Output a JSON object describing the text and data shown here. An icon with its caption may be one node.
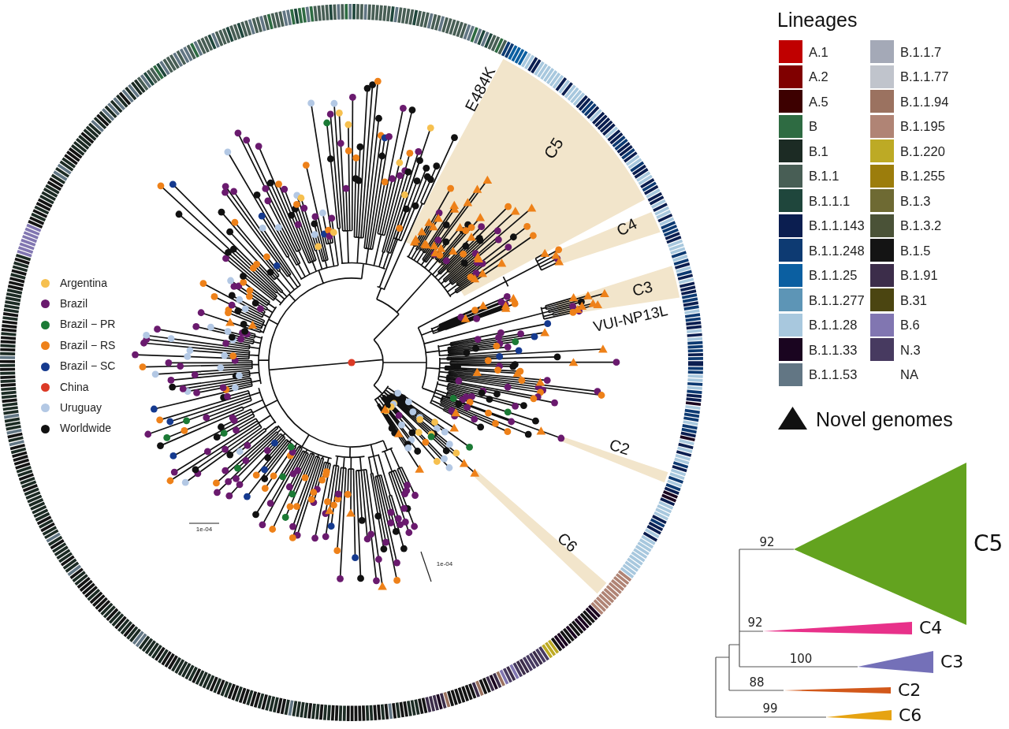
{
  "diagram": {
    "labels": [
      "E484K",
      "C5",
      "C4",
      "C3",
      "VUI-NP13L",
      "C2",
      "C6",
      "1e-04",
      "1e-04",
      "Lineages",
      "92",
      "C5",
      "92",
      "C4",
      "100",
      "C3",
      "88",
      "C2",
      "99",
      "C6"
    ],
    "legend": [
      {
        "text": "A.1",
        "color": "#c00000"
      },
      {
        "text": "A.2",
        "color": "#800000"
      },
      {
        "text": "A.5",
        "color": "#3d0000"
      },
      {
        "text": "B",
        "color": "#2e6b42"
      },
      {
        "text": "B.1",
        "color": "#1c2b24"
      },
      {
        "text": "B.1.1",
        "color": "#485e55"
      },
      {
        "text": "B.1.1.1",
        "color": "#1f463c"
      },
      {
        "text": "B.1.1.143",
        "color": "#0b1e50"
      },
      {
        "text": "B.1.1.248",
        "color": "#0d3a72"
      },
      {
        "text": "B.1.1.25",
        "color": "#0b5fa1"
      },
      {
        "text": "B.1.1.277",
        "color": "#5d95b6"
      },
      {
        "text": "B.1.1.28",
        "color": "#a8c8de"
      },
      {
        "text": "B.1.1.33",
        "color": "#1a0520"
      },
      {
        "text": "B.1.1.53",
        "color": "#627684"
      },
      {
        "text": "B.1.1.7",
        "color": "#a4a9b7"
      },
      {
        "text": "B.1.1.77",
        "color": "#c0c4cc"
      },
      {
        "text": "B.1.1.94",
        "color": "#9b7260"
      },
      {
        "text": "B.1.195",
        "color": "#b08475"
      },
      {
        "text": "B.1.220",
        "color": "#bdaa25"
      },
      {
        "text": "B.1.255",
        "color": "#9c7d0c"
      },
      {
        "text": "B.1.3",
        "color": "#6e6a33"
      },
      {
        "text": "B.1.3.2",
        "color": "#4a5237"
      },
      {
        "text": "B.1.5",
        "color": "#141414"
      },
      {
        "text": "B.1.91",
        "color": "#3c2d4a"
      },
      {
        "text": "B.31",
        "color": "#4b4511"
      },
      {
        "text": "B.6",
        "color": "#8176b1"
      },
      {
        "text": "N.3",
        "color": "#473a60"
      },
      {
        "text": "NA"
      },
      {
        "text": "Argentina",
        "color": "#f6c04f"
      },
      {
        "text": "Brazil",
        "color": "#6a1a6e"
      },
      {
        "text": "Brazil − PR",
        "color": "#1b7a35"
      },
      {
        "text": "Brazil − RS",
        "color": "#ee8119"
      },
      {
        "text": "Brazil − SC",
        "color": "#153a8f"
      },
      {
        "text": "China",
        "color": "#dc3a26"
      },
      {
        "text": "Uruguay",
        "color": "#b3c8e4"
      },
      {
        "text": "Worldwide",
        "color": "#111111"
      },
      {
        "text": "Novel genomes"
      }
    ]
  }
}
